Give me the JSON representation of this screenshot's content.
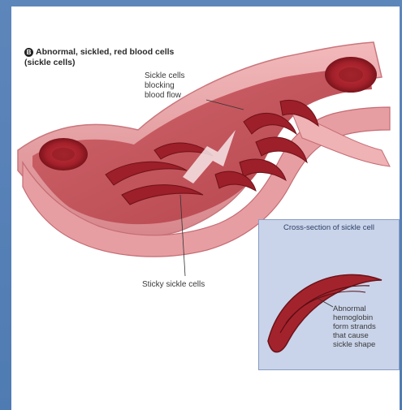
{
  "badge": "B",
  "title": {
    "line1": "Abnormal, sickled, red blood cells",
    "line2": "(sickle cells)"
  },
  "labels": {
    "blocking": [
      "Sickle cells",
      "blocking",
      "blood flow"
    ],
    "sticky": "Sticky sickle cells"
  },
  "inset": {
    "title": "Cross-section of sickle cell",
    "caption": [
      "Abnormal",
      "hemoglobin",
      "form strands",
      "that cause",
      "sickle shape"
    ]
  },
  "colors": {
    "background": "#5d86bb",
    "vessel_wall": "#e9a3a6",
    "vessel_lumen": "#c4545c",
    "cell": "#a8222b",
    "inset_bg": "#c9d4ea"
  }
}
